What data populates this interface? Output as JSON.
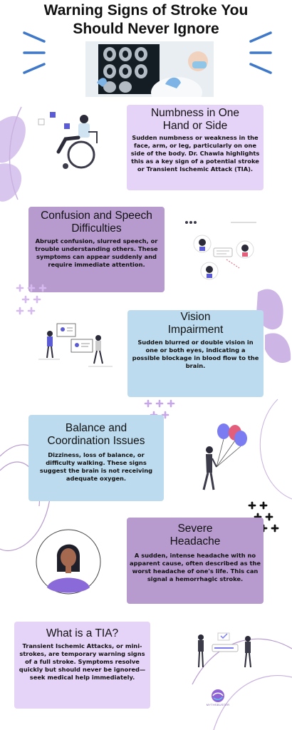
{
  "title": "Warning Signs of Stroke You Should Never Ignore",
  "colors": {
    "lavender_card": "#e6d3f8",
    "purple_card": "#b79bcf",
    "blue_card": "#bddbee",
    "accent_blue": "#3f78c9",
    "accent_purple": "#8f63d6",
    "decor_lilac": "#c9b2e0"
  },
  "sections": [
    {
      "title": "Numbness in One Hand or Side",
      "body": "Sudden numbness or weakness in the face, arm, or leg, particularly on one side of the body. Dr. Chawla highlights this as a key sign of a potential stroke or Transient Ischemic Attack (TIA).",
      "illustration": "wheelchair-person-icon"
    },
    {
      "title": "Confusion and Speech Difficulties",
      "body": "Abrupt confusion, slurred speech, or trouble understanding others. These symptoms can appear suddenly and require immediate attention.",
      "illustration": "chat-people-icon"
    },
    {
      "title": "Vision Impairment",
      "body": "Sudden blurred or double vision in one or both eyes, indicating a possible blockage in blood flow to the brain.",
      "illustration": "presentation-people-icon"
    },
    {
      "title": "Balance and Coordination Issues",
      "body": "Dizziness, loss of balance, or difficulty walking. These signs suggest the brain is not receiving adequate oxygen.",
      "illustration": "balloons-person-icon"
    },
    {
      "title": "Severe Headache",
      "body": "A sudden, intense headache with no apparent cause, often described as the worst headache of one's life. This can signal a hemorrhagic stroke.",
      "illustration": "woman-portrait-icon"
    },
    {
      "title": "What is a TIA?",
      "body": "Transient Ischemic Attacks, or mini-strokes, are temporary warning signs of a full stroke. Symptoms resolve quickly but should never be ignored—seek medical help immediately.",
      "illustration": "people-board-icon"
    }
  ],
  "logo": {
    "text": "MYTHSBUSTER",
    "icon": "globe-logo-icon"
  }
}
